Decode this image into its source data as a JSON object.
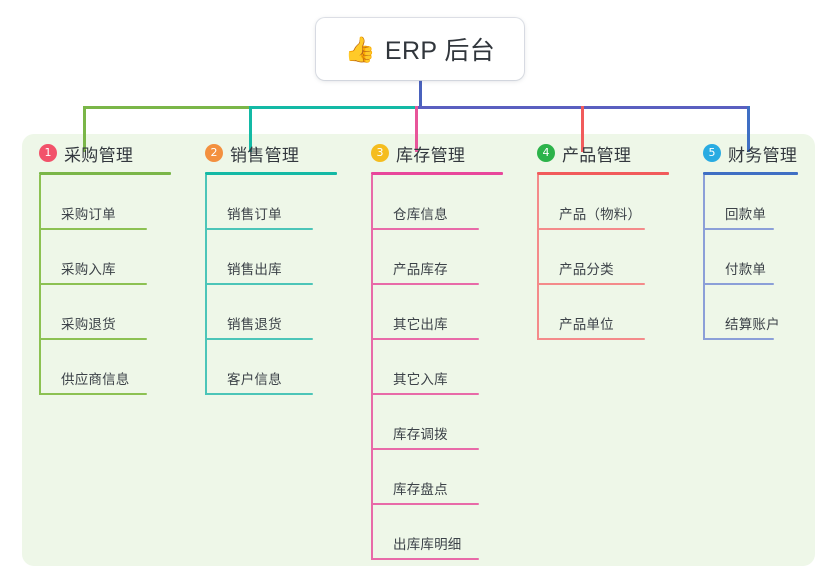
{
  "diagram": {
    "type": "mind-map",
    "title": "ERP 后台",
    "background_color": "#ffffff",
    "panel_color": "#eef7e8"
  },
  "root": {
    "icon": "thumbs-up-icon",
    "emoji": "👍",
    "label": "ERP 后台"
  },
  "connectors": {
    "root_stem_color": "#4a62bd",
    "bus_segments": [
      {
        "name": "segment-purchase",
        "color": "#7ab648"
      },
      {
        "name": "segment-sales",
        "color": "#13b9a5"
      },
      {
        "name": "segment-inventory",
        "color": "#5a5fc0"
      },
      {
        "name": "segment-product",
        "color": "#5a5fc0"
      },
      {
        "name": "segment-finance",
        "color": "#3f6fc4"
      }
    ],
    "drops": [
      {
        "name": "drop-purchase",
        "color": "#7ab648"
      },
      {
        "name": "drop-sales",
        "color": "#13b9a5"
      },
      {
        "name": "drop-inventory",
        "color": "#e8559a"
      },
      {
        "name": "drop-product",
        "color": "#f15b5b"
      },
      {
        "name": "drop-finance",
        "color": "#3f6fc4"
      }
    ]
  },
  "columns": [
    {
      "index": "1",
      "title": "采购管理",
      "badge_color": "#f2526a",
      "rule_color": "#7ab648",
      "line_color": "#8cc152",
      "leaves": [
        {
          "label": "采购订单"
        },
        {
          "label": "采购入库"
        },
        {
          "label": "采购退货"
        },
        {
          "label": "供应商信息"
        }
      ]
    },
    {
      "index": "2",
      "title": "销售管理",
      "badge_color": "#f3903f",
      "rule_color": "#13b9a5",
      "line_color": "#4cc5b8",
      "leaves": [
        {
          "label": "销售订单"
        },
        {
          "label": "销售出库"
        },
        {
          "label": "销售退货"
        },
        {
          "label": "客户信息"
        }
      ]
    },
    {
      "index": "3",
      "title": "库存管理",
      "badge_color": "#f5bd1f",
      "rule_color": "#e8479b",
      "line_color": "#e86aa8",
      "leaves": [
        {
          "label": "仓库信息"
        },
        {
          "label": "产品库存"
        },
        {
          "label": "其它出库"
        },
        {
          "label": "其它入库"
        },
        {
          "label": "库存调拨"
        },
        {
          "label": "库存盘点"
        },
        {
          "label": "出库库明细"
        }
      ]
    },
    {
      "index": "4",
      "title": "产品管理",
      "badge_color": "#2cb34a",
      "rule_color": "#f15b5b",
      "line_color": "#f48a8a",
      "leaves": [
        {
          "label": "产品（物料）"
        },
        {
          "label": "产品分类"
        },
        {
          "label": "产品单位"
        }
      ]
    },
    {
      "index": "5",
      "title": "财务管理",
      "badge_color": "#29abe2",
      "rule_color": "#3f6fc4",
      "line_color": "#8b9fd8",
      "leaves": [
        {
          "label": "回款单"
        },
        {
          "label": "付款单"
        },
        {
          "label": "结算账户"
        }
      ]
    }
  ]
}
